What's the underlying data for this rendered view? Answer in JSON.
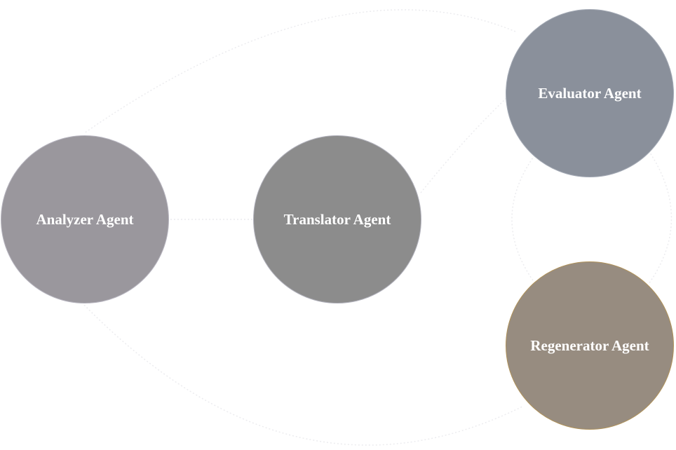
{
  "diagram": {
    "nodes": [
      {
        "id": "analyzer",
        "label": "Analyzer Agent",
        "color": "#9a979d"
      },
      {
        "id": "translator",
        "label": "Translator Agent",
        "color": "#8c8c8c"
      },
      {
        "id": "evaluator",
        "label": "Evaluator Agent",
        "color": "#8a909b"
      },
      {
        "id": "regenerator",
        "label": "Regenerator Agent",
        "color": "#978c80"
      }
    ],
    "edges": [
      {
        "from": "analyzer",
        "to": "translator"
      },
      {
        "from": "translator",
        "to": "evaluator"
      },
      {
        "from": "evaluator",
        "to": "regenerator"
      },
      {
        "from": "regenerator",
        "to": "evaluator"
      },
      {
        "from": "evaluator",
        "to": "analyzer"
      },
      {
        "from": "analyzer",
        "to": "regenerator"
      }
    ]
  }
}
